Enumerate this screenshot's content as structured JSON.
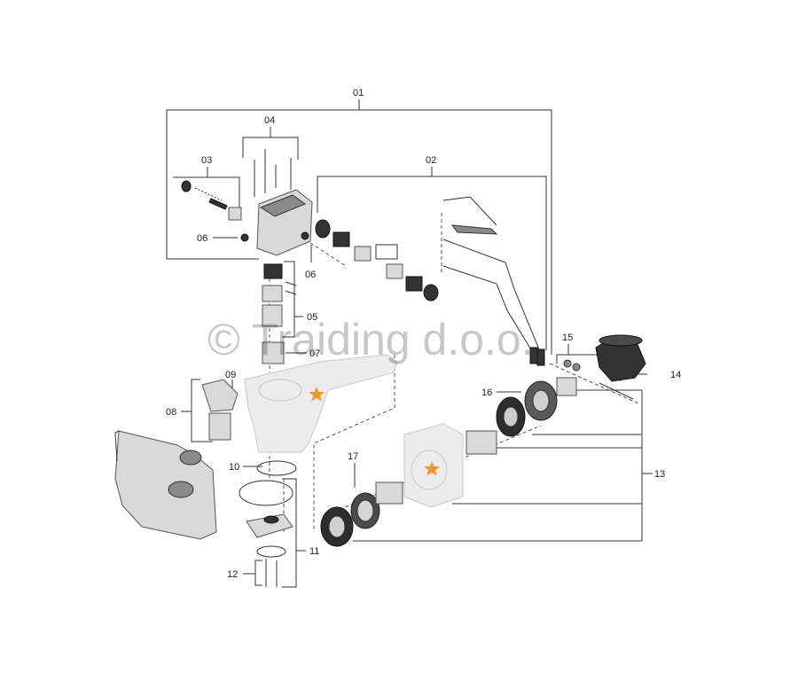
{
  "watermark": "© Traiding d.o.o.",
  "labels": {
    "p01": "01",
    "p02": "02",
    "p03": "03",
    "p04": "04",
    "p05": "05",
    "p06a": "06",
    "p06b": "06",
    "p07": "07",
    "p08": "08",
    "p09": "09",
    "p10": "10",
    "p11": "11",
    "p12": "12",
    "p13": "13",
    "p14": "14",
    "p15": "15",
    "p16": "16",
    "p17": "17"
  },
  "colors": {
    "star": "#f0962a",
    "line": "#333333",
    "part_light": "#d9d9d9",
    "part_dark": "#333333"
  },
  "icons": {
    "highlight": "star-icon"
  }
}
